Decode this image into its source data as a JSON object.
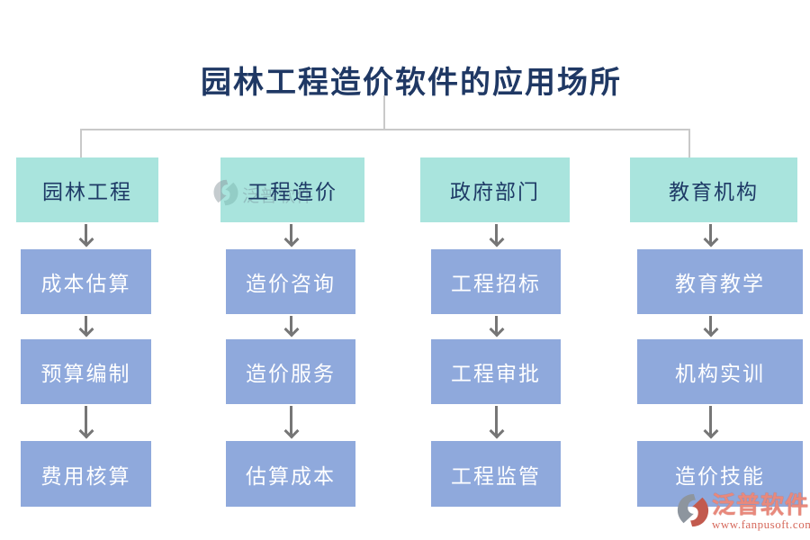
{
  "title": "园林工程造价软件的应用场所",
  "diagram": {
    "columns": [
      {
        "header": "园林工程",
        "items": [
          "成本估算",
          "预算编制",
          "费用核算"
        ]
      },
      {
        "header": "工程造价",
        "items": [
          "造价咨询",
          "造价服务",
          "估算成本"
        ]
      },
      {
        "header": "政府部门",
        "items": [
          "工程招标",
          "工程审批",
          "工程监管"
        ]
      },
      {
        "header": "教育机构",
        "items": [
          "教育教学",
          "机构实训",
          "造价技能"
        ]
      }
    ]
  },
  "watermark": {
    "brand": "泛普软件",
    "url": "www.fanpusoft.com"
  },
  "icons": {
    "logo": "fanpu-logo-icon"
  },
  "colors": {
    "header_bg": "#a9e4dd",
    "item_bg": "#8fa9dc",
    "title_text": "#1f3864",
    "header_text": "#1e3a66",
    "item_text": "#ffffff",
    "connector": "#c9c9c9",
    "arrow": "#767676",
    "brand_red": "#e8897c",
    "url_red": "#d6695c"
  }
}
